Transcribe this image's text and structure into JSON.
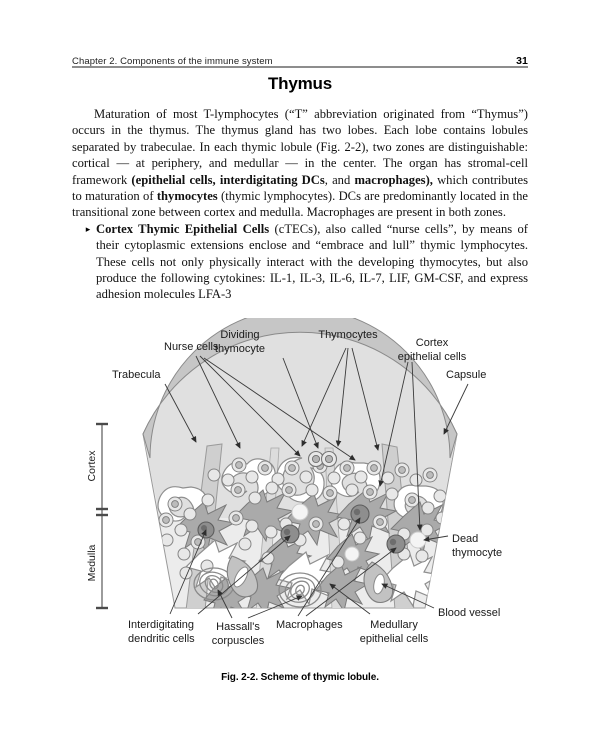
{
  "header": {
    "running_head": "Chapter 2. Components of the immune system",
    "page_number": "31"
  },
  "title": "Thymus",
  "body": {
    "paragraph_1_parts": [
      {
        "text": "Maturation of most T-lymphocytes (“T” abbreviation originated from “Thymus”) occurs in the thymus. The thymus gland has two lobes. Each lobe contains lobules separated by trabeculae. In each thymic lobule (Fig. 2-2), two zones are distinguishable: cortical — at periphery, and medullar — in the center. The organ has stromal-cell framework ",
        "bold": false
      },
      {
        "text": "(epithelial cells, interdigitating DCs",
        "bold": true
      },
      {
        "text": ", and ",
        "bold": false
      },
      {
        "text": "macrophages),",
        "bold": true
      },
      {
        "text": " which contributes to maturation of ",
        "bold": false
      },
      {
        "text": "thymocytes",
        "bold": true
      },
      {
        "text": " (thymic lymphocytes). DCs are predominantly located in the transitional zone between cortex and medulla. Macrophages are present in both zones.",
        "bold": false
      }
    ],
    "bullet_marker": "▸",
    "bullet_1_parts": [
      {
        "text": "Cortex Thymic Epithelial Cells",
        "bold": true
      },
      {
        "text": " (cTECs), also called “nurse cells”, by means of their cytoplasmic extensions enclose and “embrace and lull” thymic lymphocytes. These cells not only physically interact with the developing thymocytes, but also produce the following cytokines: IL-1, IL-3, IL-6, IL-7, LIF, GM-CSF, and express adhesion molecules LFA-3",
        "bold": false
      }
    ]
  },
  "figure": {
    "caption": "Fig. 2-2. Scheme of thymic lobule.",
    "labels": {
      "trabecula": "Trabecula",
      "nurse_cells": "Nurse cells",
      "dividing_thymocyte_line1": "Dividing",
      "dividing_thymocyte_line2": "thymocyte",
      "thymocytes": "Thymocytes",
      "cortex_epithelial_line1": "Cortex",
      "cortex_epithelial_line2": "epithelial cells",
      "capsule": "Capsule",
      "dead_thymocyte_line1": "Dead",
      "dead_thymocyte_line2": "thymocyte",
      "blood_vessel": "Blood vessel",
      "interdigitating_line1": "Interdigitating",
      "interdigitating_line2": "dendritic cells",
      "hassalls_line1": "Hassall's",
      "hassalls_line2": "corpuscles",
      "macrophages": "Macrophages",
      "medullary_line1": "Medullary",
      "medullary_line2": "epithelial cells",
      "zone_cortex": "Cortex",
      "zone_medulla": "Medulla"
    },
    "colors": {
      "capsule_band": "#c9c9c9",
      "cortex_fill": "#e3e3e3",
      "medulla_fill": "#ededed",
      "cell_grey": "#a9a9a9",
      "outline": "#6e6e6e",
      "leader": "#3a3a3a"
    }
  }
}
